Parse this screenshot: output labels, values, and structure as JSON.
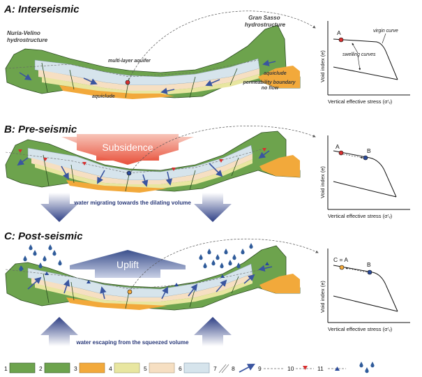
{
  "panels": [
    {
      "title": "A: Interseismic",
      "left_structure": "Nuria-Velino\nhydrostructure",
      "right_structure": "Gran Sasso\nhydrostructure",
      "aquifer_label": "multi-layer aquifer",
      "aquiclude_left": "aquiclude",
      "aquiclude_right": "aquiclude",
      "boundary_label": "permeability boundary\nno flow",
      "graph": {
        "ylabel": "Void index (e)",
        "xlabel": "Vertical effective stress (σ'ᵥ)",
        "points": [
          "A"
        ],
        "swelling_label": "swelling curves",
        "virgin_label": "virgin curve"
      }
    },
    {
      "title": "B: Pre-seismic",
      "center_arrow": "Subsidence",
      "banner": "water migrating towards the dilating volume",
      "graph": {
        "ylabel": "Void index (e)",
        "xlabel": "Vertical effective stress (σ'ᵥ)",
        "points": [
          "A",
          "B"
        ]
      }
    },
    {
      "title": "C: Post-seismic",
      "center_arrow": "Uplift",
      "banner": "water escaping from the squeezed volume",
      "graph": {
        "ylabel": "Void index (e)",
        "xlabel": "Vertical effective stress (σ'ᵥ)",
        "points": [
          "C = A",
          "B"
        ]
      }
    }
  ],
  "legend": [
    "1",
    "2",
    "3",
    "4",
    "5",
    "6",
    "7",
    "8",
    "9",
    "10",
    "11"
  ],
  "colors": {
    "limestone": "#6da34d",
    "aquiclude": "#f2a93b",
    "layer_yellow": "#e8e6a0",
    "layer_peach": "#f6dfc2",
    "layer_blue": "#d6e4ec",
    "flow_arrow": "#3a55a0",
    "subsidence": "#e8503a",
    "uplift": "#3a4f8c",
    "marker_red": "#d83030",
    "marker_blue": "#2a4a9a"
  }
}
